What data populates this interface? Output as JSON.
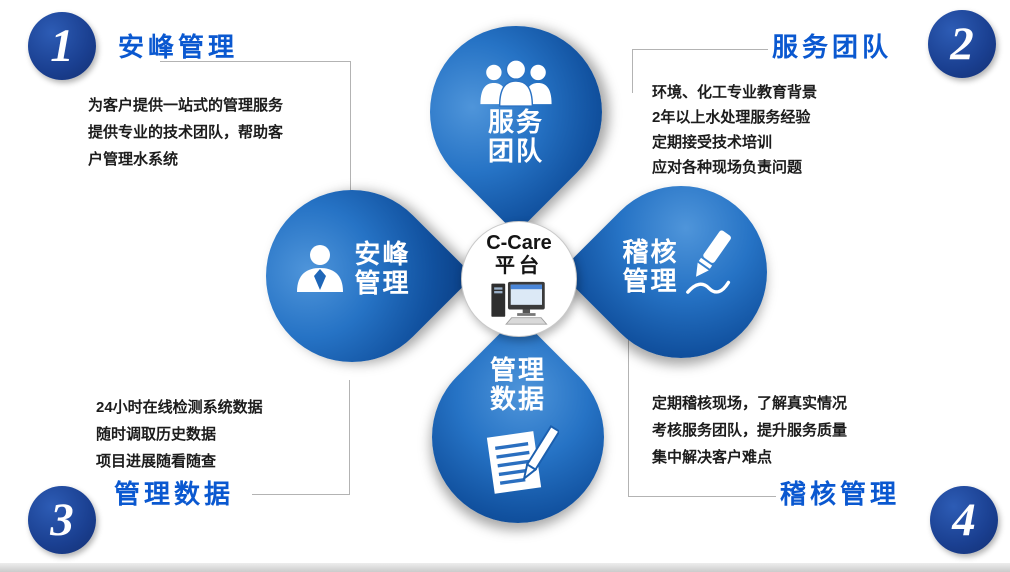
{
  "colors": {
    "petal_blue": "#2673c5",
    "petal_dark_blue": "#0a3d82",
    "badge_navy": "#1a3f90",
    "title_blue": "#0a58d0",
    "body_text": "#1c1c1c",
    "connector_gray": "#b3b3b3",
    "footer_gray": "#cbcbcb"
  },
  "icons": {
    "top_petal": "team-icon",
    "left_petal": "person-icon",
    "right_petal": "pencil-icon",
    "bottom_petal": "document-pen-icon",
    "center": "desktop-computer-icon"
  },
  "center": {
    "brand": "C-Care",
    "platform": "平台"
  },
  "petals": {
    "top": {
      "lines": [
        "服务",
        "团队"
      ]
    },
    "left": {
      "lines": [
        "安峰",
        "管理"
      ]
    },
    "right": {
      "lines": [
        "稽核",
        "管理"
      ]
    },
    "bottom": {
      "lines": [
        "管理",
        "数据"
      ]
    }
  },
  "corners": {
    "one": {
      "number": "1",
      "title": "安峰管理",
      "lines": [
        "为客户提供一站式的管理服务",
        "提供专业的技术团队，帮助客",
        "户管理水系统"
      ]
    },
    "two": {
      "number": "2",
      "title": "服务团队",
      "lines": [
        "环境、化工专业教育背景",
        "2年以上水处理服务经验",
        "定期接受技术培训",
        "应对各种现场负责问题"
      ]
    },
    "three": {
      "number": "3",
      "title": "管理数据",
      "lines": [
        "24小时在线检测系统数据",
        "随时调取历史数据",
        "项目进展随看随查"
      ]
    },
    "four": {
      "number": "4",
      "title": "稽核管理",
      "lines": [
        "定期稽核现场，了解真实情况",
        "考核服务团队，提升服务质量",
        "集中解决客户难点"
      ]
    }
  }
}
